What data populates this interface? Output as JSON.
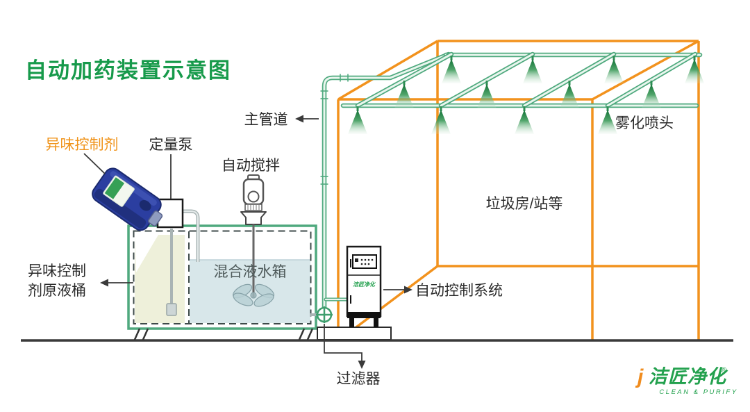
{
  "title": {
    "text": "自动加药装置示意图"
  },
  "labels": {
    "odor_control_agent": "异味控制剂",
    "metering_pump": "定量泵",
    "auto_stirring": "自动搅拌",
    "main_pipe": "主管道",
    "atomizing_nozzle": "雾化喷头",
    "garbage_room": "垃圾房/站等",
    "mixing_tank": "混合液水箱",
    "stock_barrel_line1": "异味控制",
    "stock_barrel_line2": "剂原液桶",
    "auto_control_system": "自动控制系统",
    "filter": "过滤器"
  },
  "control_cabinet": {
    "door_logo": "洁匠净化"
  },
  "brand": {
    "initial": "j",
    "name_cn": "洁匠净化",
    "registered": "®",
    "tagline_en": "CLEAN & PURIFY"
  },
  "colors": {
    "title_green": "#179a4b",
    "label_orange": "#f0941c",
    "pipe_green": "#4fa97e",
    "room_orange": "#f2921d",
    "nozzle_green": "#0d6f33",
    "water_blue": "#d8e7ea",
    "stock_liquid": "#eef0da",
    "jug_blue": "#2b3ea0",
    "brand_green": "#23a14e",
    "brand_orange": "#f08c1e",
    "text_black": "#2b2b2b"
  }
}
